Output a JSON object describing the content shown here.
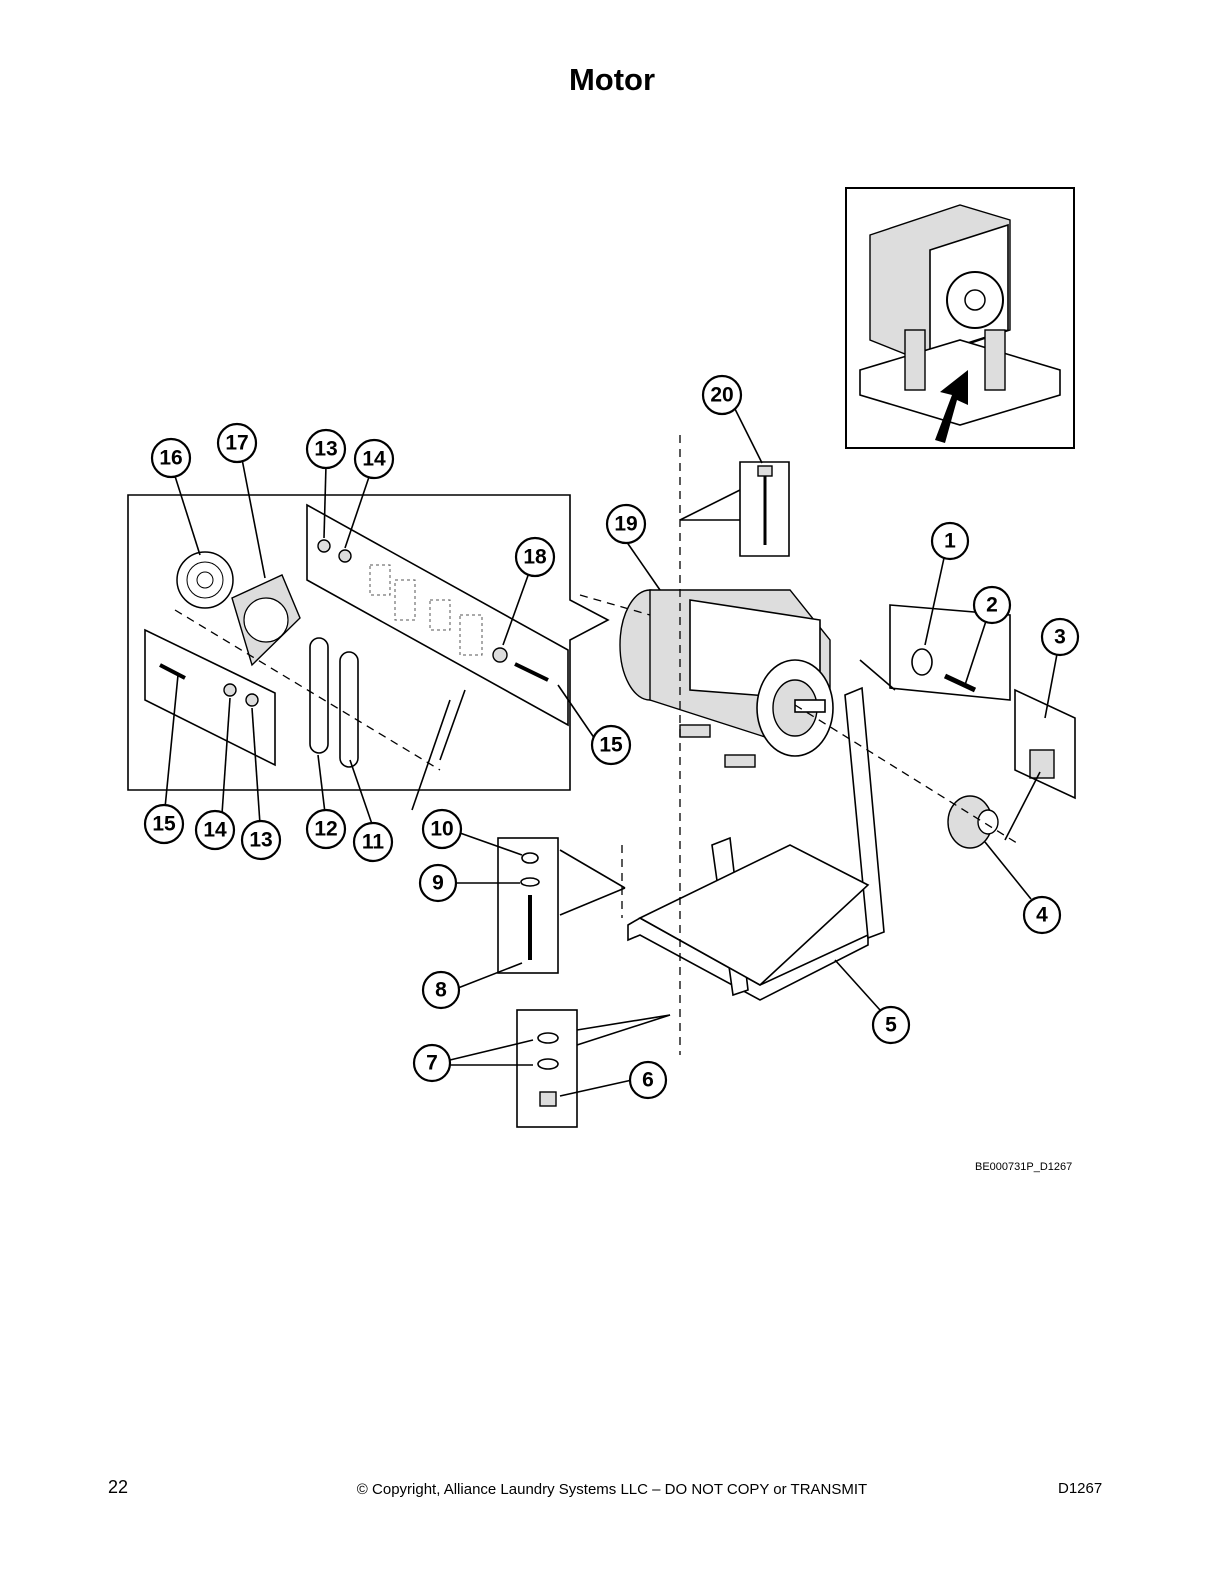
{
  "page_title": "Motor",
  "figure_ref": "BE000731P_D1267",
  "footer": {
    "page_number": "22",
    "copyright": "© Copyright, Alliance Laundry Systems LLC – DO NOT COPY or TRANSMIT",
    "doc_id": "D1267"
  },
  "callouts": [
    {
      "label": "1"
    },
    {
      "label": "2"
    },
    {
      "label": "3"
    },
    {
      "label": "4"
    },
    {
      "label": "5"
    },
    {
      "label": "6"
    },
    {
      "label": "7"
    },
    {
      "label": "8"
    },
    {
      "label": "9"
    },
    {
      "label": "10"
    },
    {
      "label": "11"
    },
    {
      "label": "12"
    },
    {
      "label": "13"
    },
    {
      "label": "14"
    },
    {
      "label": "15"
    },
    {
      "label": "16"
    },
    {
      "label": "17"
    },
    {
      "label": "18"
    },
    {
      "label": "19"
    },
    {
      "label": "20"
    },
    {
      "label": "13"
    },
    {
      "label": "14"
    },
    {
      "label": "15"
    }
  ]
}
